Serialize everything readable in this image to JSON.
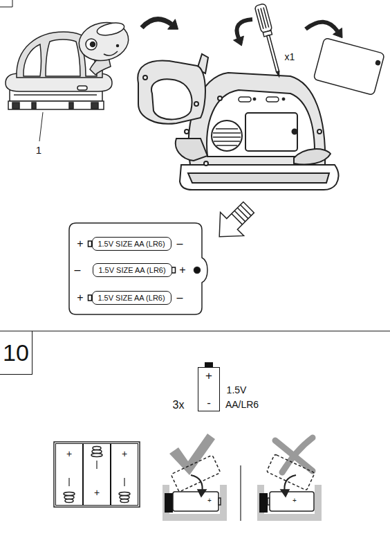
{
  "diagram": {
    "nodes": [
      {
        "text": [
          "1.5V SIZE AA (LR6)"
        ]
      },
      {
        "text": [
          "1.5V SIZE AA (LR6)"
        ]
      },
      {
        "text": [
          "1.5V SIZE AA (LR6)"
        ]
      },
      {
        "text": [
          "10"
        ]
      },
      {
        "text": [
          "+",
          "-"
        ]
      },
      {
        "text": [
          "+"
        ]
      },
      {
        "text": [
          "+"
        ]
      },
      {
        "text": [
          "+"
        ]
      }
    ],
    "labels": [
      "1",
      "x1",
      "+",
      "–",
      "–",
      "+",
      "+",
      "–",
      "3x",
      "1.5V",
      "AA/LR6",
      "+",
      "+"
    ]
  }
}
